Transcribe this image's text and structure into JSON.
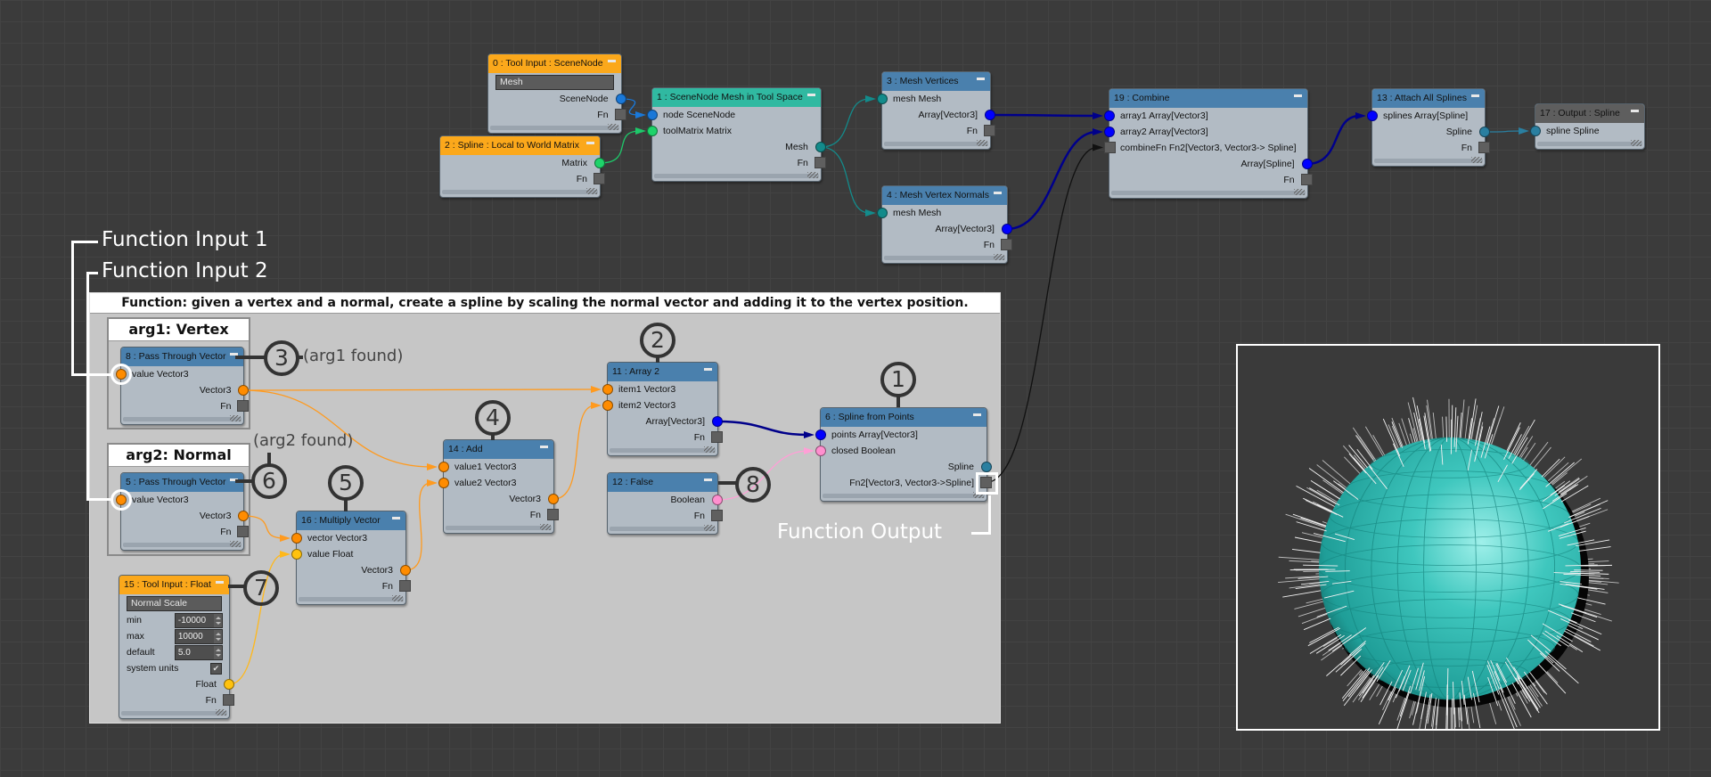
{
  "colors": {
    "header_orange": "#fba81b",
    "header_teal": "#30b9a1",
    "header_blue": "#4a80ad",
    "header_grey": "#5e5e5e",
    "port_scenenode": "#1a78d8",
    "port_matrix": "#1ed36a",
    "port_mesh": "#138b8b",
    "port_array": "#0000ff",
    "port_spline": "#2a7fa0",
    "port_vector3": "#ff8c00",
    "port_float": "#ffc20e",
    "port_boolean": "#ff8fcf"
  },
  "nodes": [
    {
      "id": "n0",
      "title": "0 : Tool Input : SceneNode",
      "header": "header_orange",
      "rows": [
        {
          "type": "field",
          "label": "Mesh"
        },
        {
          "type": "out",
          "key": "SceneNode",
          "label": "SceneNode",
          "port": "port_scenenode"
        },
        {
          "type": "fn",
          "key": "fn",
          "label": "Fn"
        }
      ]
    },
    {
      "id": "n2",
      "title": "2 : Spline : Local to World Matrix",
      "header": "header_orange",
      "rows": [
        {
          "type": "out",
          "key": "Matrix",
          "label": "Matrix",
          "port": "port_matrix"
        },
        {
          "type": "fn",
          "key": "fn",
          "label": "Fn"
        }
      ]
    },
    {
      "id": "n1",
      "title": "1 : SceneNode Mesh in Tool Space",
      "header": "header_teal",
      "rows": [
        {
          "type": "in",
          "key": "node",
          "label": "node SceneNode",
          "port": "port_scenenode"
        },
        {
          "type": "in",
          "key": "toolMatrix",
          "label": "toolMatrix Matrix",
          "port": "port_matrix"
        },
        {
          "type": "out",
          "key": "Mesh",
          "label": "Mesh",
          "port": "port_mesh"
        },
        {
          "type": "fn",
          "key": "fn",
          "label": "Fn"
        }
      ]
    },
    {
      "id": "n3",
      "title": "3 : Mesh Vertices",
      "header": "header_blue",
      "rows": [
        {
          "type": "in",
          "key": "mesh",
          "label": "mesh Mesh",
          "port": "port_mesh"
        },
        {
          "type": "out",
          "key": "out",
          "label": "Array[Vector3]",
          "port": "port_array"
        },
        {
          "type": "fn",
          "key": "fn",
          "label": "Fn"
        }
      ]
    },
    {
      "id": "n4",
      "title": "4 : Mesh Vertex Normals",
      "header": "header_blue",
      "rows": [
        {
          "type": "in",
          "key": "mesh",
          "label": "mesh Mesh",
          "port": "port_mesh"
        },
        {
          "type": "out",
          "key": "out",
          "label": "Array[Vector3]",
          "port": "port_array"
        },
        {
          "type": "fn",
          "key": "fn",
          "label": "Fn"
        }
      ]
    },
    {
      "id": "n19",
      "title": "19 : Combine",
      "header": "header_blue",
      "rows": [
        {
          "type": "in",
          "key": "array1",
          "label": "array1 Array[Vector3]",
          "port": "port_array"
        },
        {
          "type": "in",
          "key": "array2",
          "label": "array2 Array[Vector3]",
          "port": "port_array"
        },
        {
          "type": "infn",
          "key": "combineFn",
          "label": "combineFn Fn2[Vector3, Vector3-> Spline]"
        },
        {
          "type": "out",
          "key": "out",
          "label": "Array[Spline]",
          "port": "port_array"
        },
        {
          "type": "fn",
          "key": "fn",
          "label": "Fn"
        }
      ]
    },
    {
      "id": "n13",
      "title": "13 : Attach All Splines",
      "header": "header_blue",
      "rows": [
        {
          "type": "in",
          "key": "splines",
          "label": "splines Array[Spline]",
          "port": "port_array"
        },
        {
          "type": "out",
          "key": "Spline",
          "label": "Spline",
          "port": "port_spline"
        },
        {
          "type": "fn",
          "key": "fn",
          "label": "Fn"
        }
      ]
    },
    {
      "id": "n17",
      "title": "17 : Output : Spline",
      "header": "header_grey",
      "rows": [
        {
          "type": "in",
          "key": "spline",
          "label": "spline Spline",
          "port": "port_spline"
        }
      ]
    },
    {
      "id": "n8",
      "title": "8 : Pass Through Vector",
      "header": "header_blue",
      "rows": [
        {
          "type": "in",
          "key": "value",
          "label": "value Vector3",
          "port": "port_vector3"
        },
        {
          "type": "out",
          "key": "out",
          "label": "Vector3",
          "port": "port_vector3"
        },
        {
          "type": "fn",
          "key": "fn",
          "label": "Fn"
        }
      ]
    },
    {
      "id": "n5",
      "title": "5 : Pass Through Vector",
      "header": "header_blue",
      "rows": [
        {
          "type": "in",
          "key": "value",
          "label": "value Vector3",
          "port": "port_vector3"
        },
        {
          "type": "out",
          "key": "out",
          "label": "Vector3",
          "port": "port_vector3"
        },
        {
          "type": "fn",
          "key": "fn",
          "label": "Fn"
        }
      ]
    },
    {
      "id": "n15",
      "title": "15 : Tool Input : Float",
      "header": "header_orange",
      "rows": [
        {
          "type": "field",
          "label": "Normal Scale"
        },
        {
          "type": "spin",
          "label": "min",
          "value": "-10000"
        },
        {
          "type": "spin",
          "label": "max",
          "value": "10000"
        },
        {
          "type": "spin",
          "label": "default",
          "value": "5.0"
        },
        {
          "type": "check",
          "label": "system units",
          "checked": true
        },
        {
          "type": "out",
          "key": "Float",
          "label": "Float",
          "port": "port_float"
        },
        {
          "type": "fn",
          "key": "fn",
          "label": "Fn"
        }
      ]
    },
    {
      "id": "n16",
      "title": "16 : Multiply Vector",
      "header": "header_blue",
      "rows": [
        {
          "type": "in",
          "key": "vector",
          "label": "vector Vector3",
          "port": "port_vector3"
        },
        {
          "type": "in",
          "key": "value",
          "label": "value Float",
          "port": "port_float"
        },
        {
          "type": "out",
          "key": "out",
          "label": "Vector3",
          "port": "port_vector3"
        },
        {
          "type": "fn",
          "key": "fn",
          "label": "Fn"
        }
      ]
    },
    {
      "id": "n14",
      "title": "14 : Add",
      "header": "header_blue",
      "rows": [
        {
          "type": "in",
          "key": "value1",
          "label": "value1 Vector3",
          "port": "port_vector3"
        },
        {
          "type": "in",
          "key": "value2",
          "label": "value2 Vector3",
          "port": "port_vector3"
        },
        {
          "type": "out",
          "key": "out",
          "label": "Vector3",
          "port": "port_vector3"
        },
        {
          "type": "fn",
          "key": "fn",
          "label": "Fn"
        }
      ]
    },
    {
      "id": "n11",
      "title": "11 : Array 2",
      "header": "header_blue",
      "rows": [
        {
          "type": "in",
          "key": "item1",
          "label": "item1 Vector3",
          "port": "port_vector3"
        },
        {
          "type": "in",
          "key": "item2",
          "label": "item2 Vector3",
          "port": "port_vector3"
        },
        {
          "type": "out",
          "key": "out",
          "label": "Array[Vector3]",
          "port": "port_array"
        },
        {
          "type": "fn",
          "key": "fn",
          "label": "Fn"
        }
      ]
    },
    {
      "id": "n12",
      "title": "12 : False",
      "header": "header_blue",
      "rows": [
        {
          "type": "out",
          "key": "Boolean",
          "label": "Boolean",
          "port": "port_boolean"
        },
        {
          "type": "fn",
          "key": "fn",
          "label": "Fn"
        }
      ]
    },
    {
      "id": "n6",
      "title": "6 : Spline from Points",
      "header": "header_blue",
      "rows": [
        {
          "type": "in",
          "key": "points",
          "label": "points Array[Vector3]",
          "port": "port_array"
        },
        {
          "type": "in",
          "key": "closed",
          "label": "closed Boolean",
          "port": "port_boolean"
        },
        {
          "type": "out",
          "key": "Spline",
          "label": "Spline",
          "port": "port_spline"
        },
        {
          "type": "fn",
          "key": "fn2",
          "label": "Fn2[Vector3, Vector3->Spline]"
        }
      ]
    }
  ],
  "links": [
    {
      "from": "n0.SceneNode",
      "to": "n1.node",
      "color": "#1a78d8"
    },
    {
      "from": "n2.Matrix",
      "to": "n1.toolMatrix",
      "color": "#1ec86a"
    },
    {
      "from": "n1.Mesh",
      "to": "n3.mesh",
      "color": "#138b8b"
    },
    {
      "from": "n1.Mesh",
      "to": "n4.mesh",
      "color": "#138b8b"
    },
    {
      "from": "n3.out",
      "to": "n19.array1",
      "color": "#00008a"
    },
    {
      "from": "n4.out",
      "to": "n19.array2",
      "color": "#00008a"
    },
    {
      "from": "n6.fn2",
      "to": "n19.combineFn",
      "color": "#111111"
    },
    {
      "from": "n19.out",
      "to": "n13.splines",
      "color": "#00008a"
    },
    {
      "from": "n13.Spline",
      "to": "n17.spline",
      "color": "#2a7fa0"
    },
    {
      "from": "n8.out",
      "to": "n11.item1",
      "color": "#ff9a1e"
    },
    {
      "from": "n8.out",
      "to": "n14.value1",
      "color": "#ff9a1e"
    },
    {
      "from": "n5.out",
      "to": "n16.vector",
      "color": "#ff9a1e"
    },
    {
      "from": "n15.Float",
      "to": "n16.value",
      "color": "#ffb81a"
    },
    {
      "from": "n16.out",
      "to": "n14.value2",
      "color": "#ff9a1e"
    },
    {
      "from": "n14.out",
      "to": "n11.item2",
      "color": "#ff9a1e"
    },
    {
      "from": "n11.out",
      "to": "n6.points",
      "color": "#00008a"
    },
    {
      "from": "n12.Boolean",
      "to": "n6.closed",
      "color": "#ff9fd6"
    }
  ],
  "function_group": {
    "title": "Function: given a vertex and a normal, create a spline by scaling the normal vector and adding it to the vertex position.",
    "arg1_title": "arg1: Vertex",
    "arg2_title": "arg2: Normal"
  },
  "annotations": {
    "function_input_1": "Function Input 1",
    "function_input_2": "Function Input 2",
    "function_output": "Function Output",
    "arg1_found": "(arg1 found)",
    "arg2_found": "(arg2 found)",
    "steps": {
      "s1": "1",
      "s2": "2",
      "s3": "3",
      "s4": "4",
      "s5": "5",
      "s6": "6",
      "s7": "7",
      "s8": "8"
    }
  }
}
